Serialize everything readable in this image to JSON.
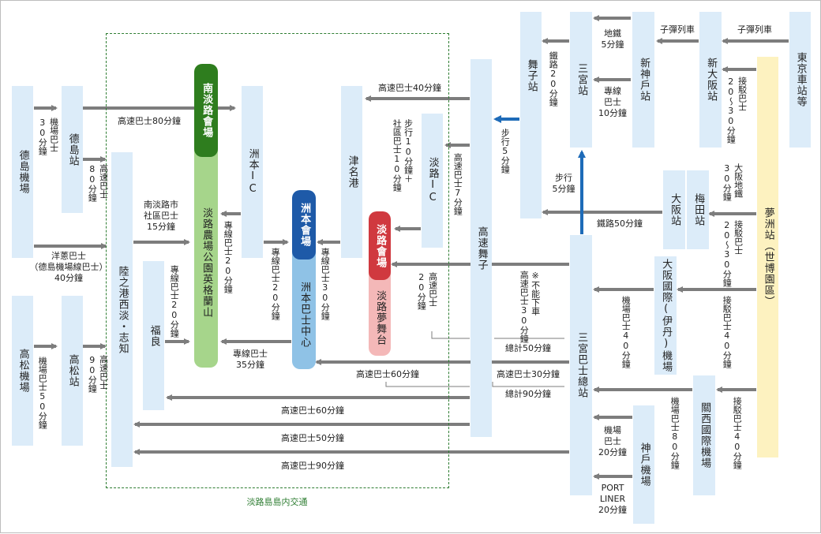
{
  "island": {
    "caption": "淡路島島内交通"
  },
  "nodes": {
    "tokushima_airport": "德島機場",
    "tokushima_station": "德島站",
    "takamatsu_airport": "高松機場",
    "takamatsu_station": "高松站",
    "rikunominato": "陸之港西淡・志知",
    "fukura": "福良",
    "sumoto_ic": "洲本IC",
    "tsuna_port": "津名港",
    "awaji_ic": "淡路IC",
    "highway_maiko": "高速舞子",
    "maiko_station": "舞子站",
    "sannomiya": "三宮站",
    "shinkobe": "新神戶站",
    "shinosaka": "新大阪站",
    "tokyo": "東京車站等",
    "osaka_station": "大阪站",
    "umeda": "梅田站",
    "yumeshima": "夢洲站（世博園區）",
    "itami": "大阪國際(伊丹)機場",
    "sannomiya_bus": "三宮巴士總站",
    "kansai_airport": "關西國際機場",
    "kobe_airport": "神戶機場"
  },
  "venues": {
    "south": {
      "head": "南淡路會場",
      "body": "淡路農場公園英格蘭山",
      "color": "#2e7d1e",
      "bg": "#a6d58b"
    },
    "sumoto": {
      "head": "洲本會場",
      "body": "洲本巴士中心",
      "color": "#1e5aa8",
      "bg": "#8fc2e6"
    },
    "awaji": {
      "head": "淡路會場",
      "body": "淡路夢舞台",
      "color": "#d0393f",
      "bg": "#f4b8b8"
    }
  },
  "labels": {
    "tk_ap_bus": "機場巴士\n30分鐘",
    "tk_hw80_v": "高速巴士\n80分鐘",
    "tk_hw80_h": "高速巴士80分鐘",
    "yosho": "洋蔥巴士\n（德島機場線巴士）\n40分鐘",
    "tm_ap_bus": "機場巴士50分鐘",
    "tm_hw90": "高速巴士\n90分鐘",
    "minami_awaji": "南淡路市\n社區巴士\n15分鐘",
    "fukura_20": "專線巴士20分鐘",
    "sumoto_ic_20": "專線巴士20分鐘",
    "ic_to_sumoto": "專線巴士20分鐘",
    "tsuna_30": "專線巴士30分鐘",
    "sumoto_35": "專線巴士\n35分鐘",
    "hw40_tsuna": "高速巴士40分鐘",
    "walk_community": "步行10分鐘＋\n社區巴士10分鐘",
    "hw7": "高速巴士7分鐘",
    "walk5_maiko": "步行5分鐘",
    "rail20": "鐵路20分鐘",
    "subway5": "地鐵\n5分鐘",
    "bullet1": "子彈列車",
    "bullet2": "子彈列車",
    "special10": "專線\n巴士\n10分鐘",
    "shuttle_2030": "接駁巴士\n20～30分鐘",
    "walk5_sannomiya": "步行\n5分鐘",
    "osaka_subway": "大阪地鐵\n30分鐘",
    "rail50": "鐵路50分鐘",
    "shuttle_2030b": "接駁巴士\n20～30分鐘",
    "hw20_awaji": "高速巴士\n20分鐘",
    "hw30_noalight": "※不能下車\n高速巴士30分鐘",
    "total50": "總計50分鐘",
    "hw60_a": "高速巴士60分鐘",
    "hw30_b": "高速巴士30分鐘",
    "total90": "總計90分鐘",
    "itami_bus": "機場巴士40分鐘",
    "yume_itami": "接駁巴士40分鐘",
    "hw60_fukura": "高速巴士60分鐘",
    "hw50": "高速巴士50分鐘",
    "hw90": "高速巴士90分鐘",
    "kix_bus": "機場巴士80分鐘",
    "yume_kix": "接駁巴士40分鐘",
    "kobe_bus": "機場\n巴士\n20分鐘",
    "portliner": "PORT\nLINER\n20分鐘"
  },
  "colors": {
    "arrow_gray": "#7d7d7d",
    "arrow_blue": "#1e6bb8",
    "node_blue": "#dcecf9",
    "node_yellow": "#fdf2c0",
    "island_border": "#2e7d32"
  }
}
